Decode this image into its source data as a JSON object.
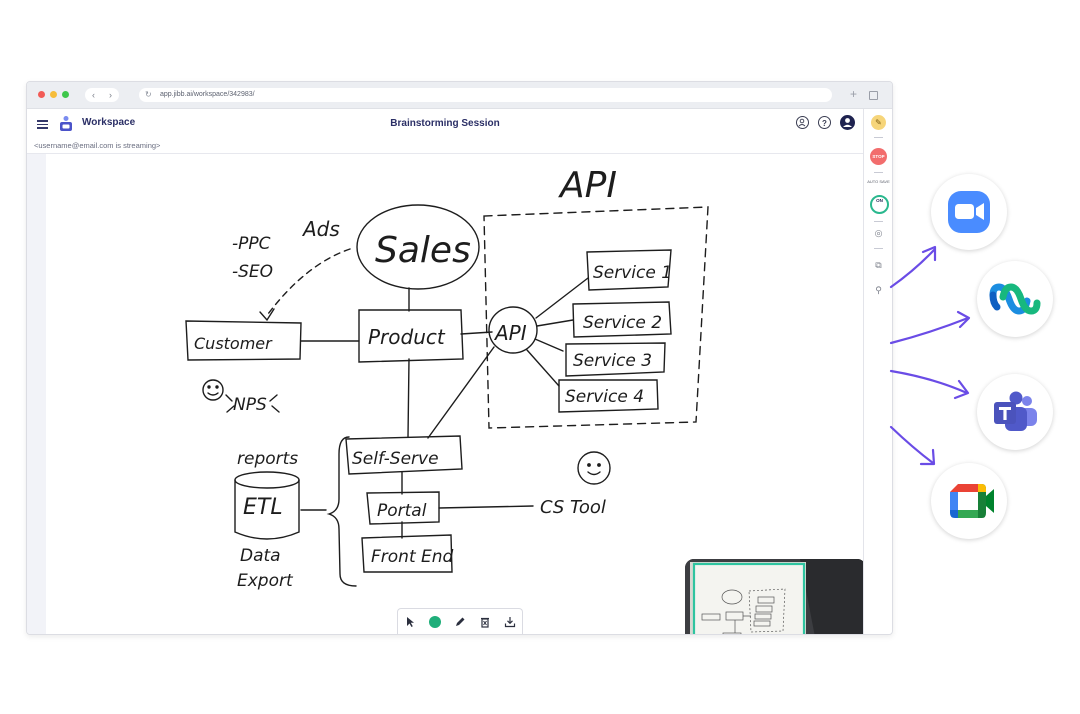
{
  "browser": {
    "url": "app.jibb.ai/workspace/342983/",
    "back_glyph": "‹",
    "forward_glyph": "›",
    "reload_glyph": "↻",
    "new_tab_glyph": "+"
  },
  "header": {
    "brand": "Workspace",
    "session_title": "Brainstorming Session",
    "help_glyph": "?"
  },
  "streaming_text": "<username@email.com is streaming>",
  "right_toolbar": {
    "stop_label": "STOP",
    "autosave_label": "AUTO SAVE",
    "autosave_state": "ON"
  },
  "sketch": {
    "labels": {
      "api_title": "API",
      "ppc": "-PPC",
      "seo": "-SEO",
      "ads": "Ads",
      "sales": "Sales",
      "customer": "Customer",
      "product": "Product",
      "api": "API",
      "service1": "Service 1",
      "service2": "Service 2",
      "service3": "Service 3",
      "service4": "Service 4",
      "nps": "NPS",
      "reports": "reports",
      "etl": "ETL",
      "data": "Data",
      "export": "Export",
      "self_serve": "Self-Serve",
      "portal": "Portal",
      "front_end": "Front End",
      "cs_tool": "CS Tool"
    }
  },
  "colors": {
    "brand_navy": "#2b2f66",
    "accent_purple": "#6a4ce6",
    "pen_green": "#1fae7a",
    "stop_red": "#f26d6d"
  },
  "integrations": [
    {
      "name": "zoom-icon"
    },
    {
      "name": "webex-icon"
    },
    {
      "name": "teams-icon"
    },
    {
      "name": "google-meet-icon"
    }
  ]
}
